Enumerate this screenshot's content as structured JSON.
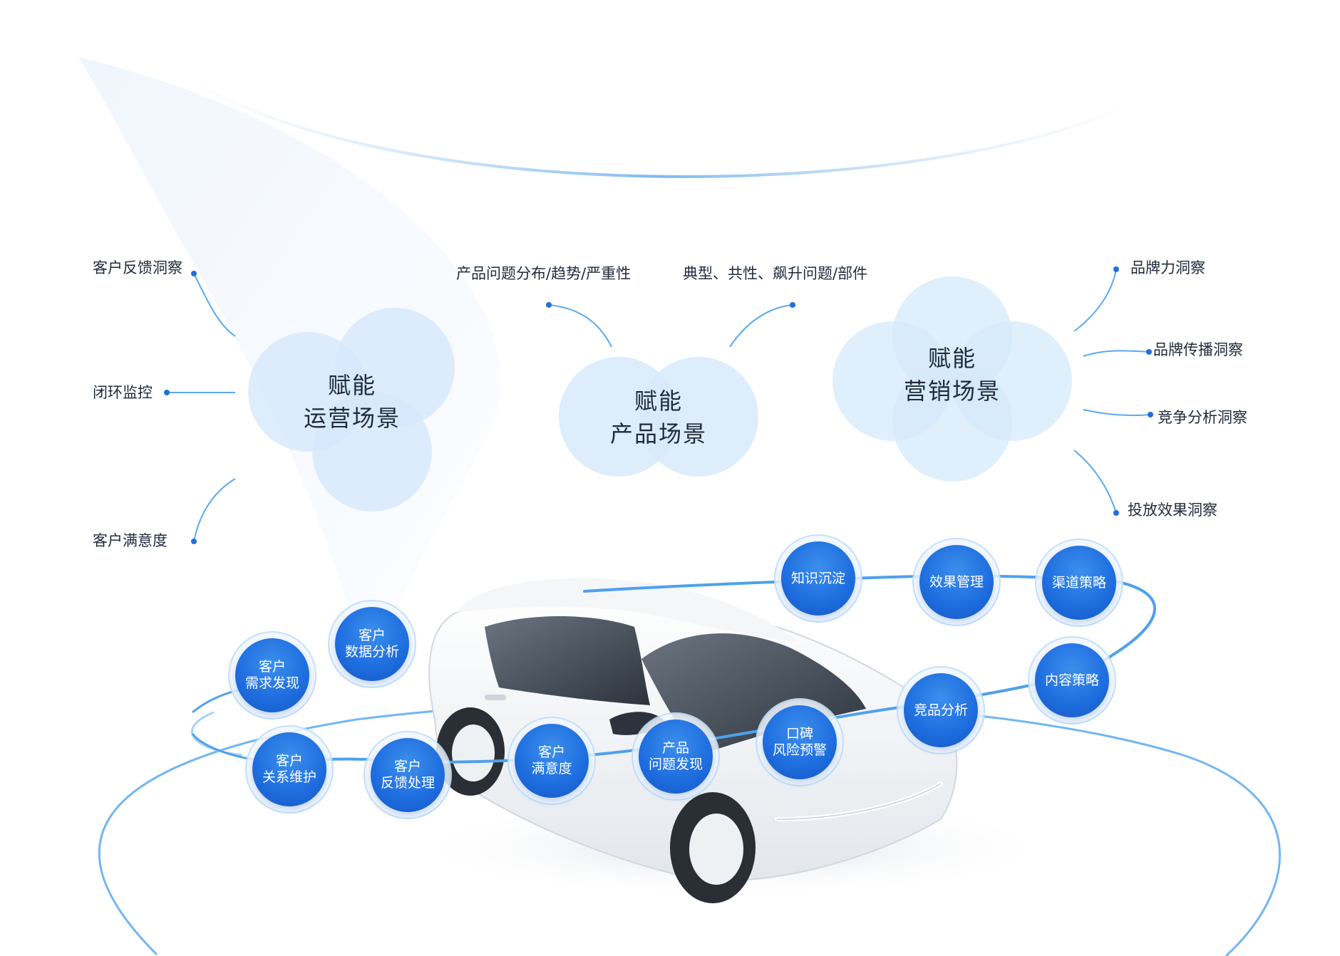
{
  "colors": {
    "accent": "#1f6fe0",
    "light_circle": "#d6e9fb",
    "arc": "#5aa9ef",
    "text": "#1f2a3a"
  },
  "clusters": {
    "operations": {
      "line1": "赋能",
      "line2": "运营场景"
    },
    "product": {
      "line1": "赋能",
      "line2": "产品场景"
    },
    "marketing": {
      "line1": "赋能",
      "line2": "营销场景"
    }
  },
  "labels": {
    "op_feedback": "客户反馈洞察",
    "op_closed_loop": "闭环监控",
    "op_satisfaction": "客户满意度",
    "prod_issue_dist": "产品问题分布/趋势/严重性",
    "prod_typical": "典型、共性、飙升问题/部件",
    "mkt_brand_power": "品牌力洞察",
    "mkt_brand_comm": "品牌传播洞察",
    "mkt_competition": "竞争分析洞察",
    "mkt_ad_effect": "投放效果洞察"
  },
  "nodes": {
    "customer_needs": {
      "line1": "客户",
      "line2": "需求发现"
    },
    "customer_data": {
      "line1": "客户",
      "line2": "数据分析"
    },
    "customer_relation": {
      "line1": "客户",
      "line2": "关系维护"
    },
    "customer_feedback": {
      "line1": "客户",
      "line2": "反馈处理"
    },
    "customer_satisfaction": {
      "line1": "客户",
      "line2": "满意度"
    },
    "product_issue": {
      "line1": "产品",
      "line2": "问题发现"
    },
    "reputation_risk": {
      "line1": "口碑",
      "line2": "风险预警"
    },
    "competitor_analysis": {
      "line1": "竞品分析",
      "line2": ""
    },
    "content_strategy": {
      "line1": "内容策略",
      "line2": ""
    },
    "knowledge": {
      "line1": "知识沉淀",
      "line2": ""
    },
    "effect_management": {
      "line1": "效果管理",
      "line2": ""
    },
    "channel_strategy": {
      "line1": "渠道策略",
      "line2": ""
    }
  }
}
